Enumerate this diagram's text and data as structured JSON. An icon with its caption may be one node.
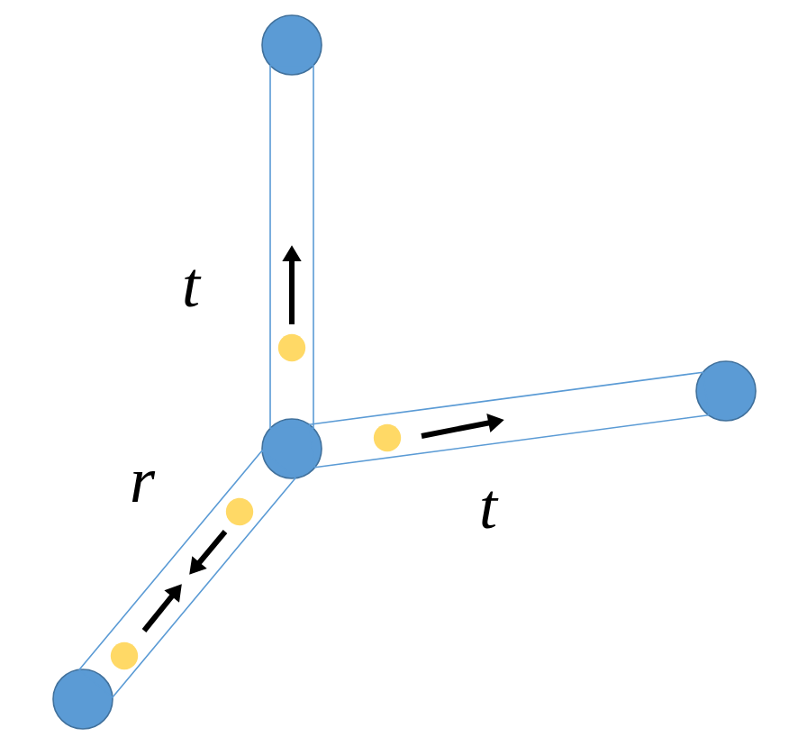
{
  "diagram": {
    "nodes": [
      {
        "text": [],
        "shape": "circle"
      },
      {
        "text": [],
        "shape": "circle"
      },
      {
        "text": [],
        "shape": "circle"
      },
      {
        "text": [],
        "shape": "circle"
      }
    ],
    "edges": [
      {
        "from": 2,
        "to": 0,
        "arrow": "none"
      },
      {
        "from": 2,
        "to": 1,
        "arrow": "none"
      },
      {
        "from": 2,
        "to": 3,
        "arrow": "none"
      }
    ],
    "labels": [
      "t",
      "r",
      "t"
    ]
  }
}
